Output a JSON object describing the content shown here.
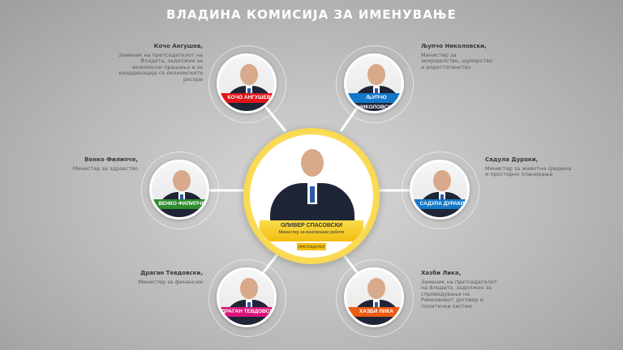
{
  "title": "ВЛАДИНА КОМИСИЈА ЗА ИМЕНУВАЊЕ",
  "center": {
    "name": "ОЛИВЕР СПАСОВСКИ",
    "role": "Министер за внатрешни работи",
    "tag": "ПРЕТСЕДАТЕЛ",
    "ring_color": "#f6c814"
  },
  "members": [
    {
      "id": "angushev",
      "label": "КОЧО АНГУШЕВ",
      "label_color": "#e1141c",
      "name": "Кочо Ангушев,",
      "desc": [
        "Заменик на претседателот на",
        "Владата, задолжен за",
        "економски прашања и за",
        "координација со економските",
        "ресори"
      ]
    },
    {
      "id": "nikoloski",
      "label": "ЉУПЧО НИКОЛОВСКИ",
      "label_color": "#1478c8",
      "name": "Љупчо Николовски,",
      "desc": [
        "Министер за",
        "земјоделство, шумарство",
        "и водостопанство"
      ]
    },
    {
      "id": "filipche",
      "label": "ВЕНКО ФИЛИПЧЕ",
      "label_color": "#2e8b2e",
      "name": "Венко Филипче,",
      "desc": [
        "Министер за здравство"
      ]
    },
    {
      "id": "durak",
      "label": "САДУЛА ДУРАКИ",
      "label_color": "#1478c8",
      "name": "Садула Дураки,",
      "desc": [
        "Министер за животна средина",
        "и просторно планирање"
      ]
    },
    {
      "id": "tevdovski",
      "label": "ДРАГАН ТЕВДОВСКИ",
      "label_color": "#d8147a",
      "name": "Драган Тевдовски,",
      "desc": [
        "Министер за финансии"
      ]
    },
    {
      "id": "lika",
      "label": "ХАЗБИ ЛИКА",
      "label_color": "#ec5a14",
      "name": "Хазби Лика,",
      "desc": [
        "Заменик на претседателот",
        "на Владата, задолжен за",
        "спроведување на",
        "Рамковниот договор и",
        "политички систем"
      ]
    }
  ]
}
